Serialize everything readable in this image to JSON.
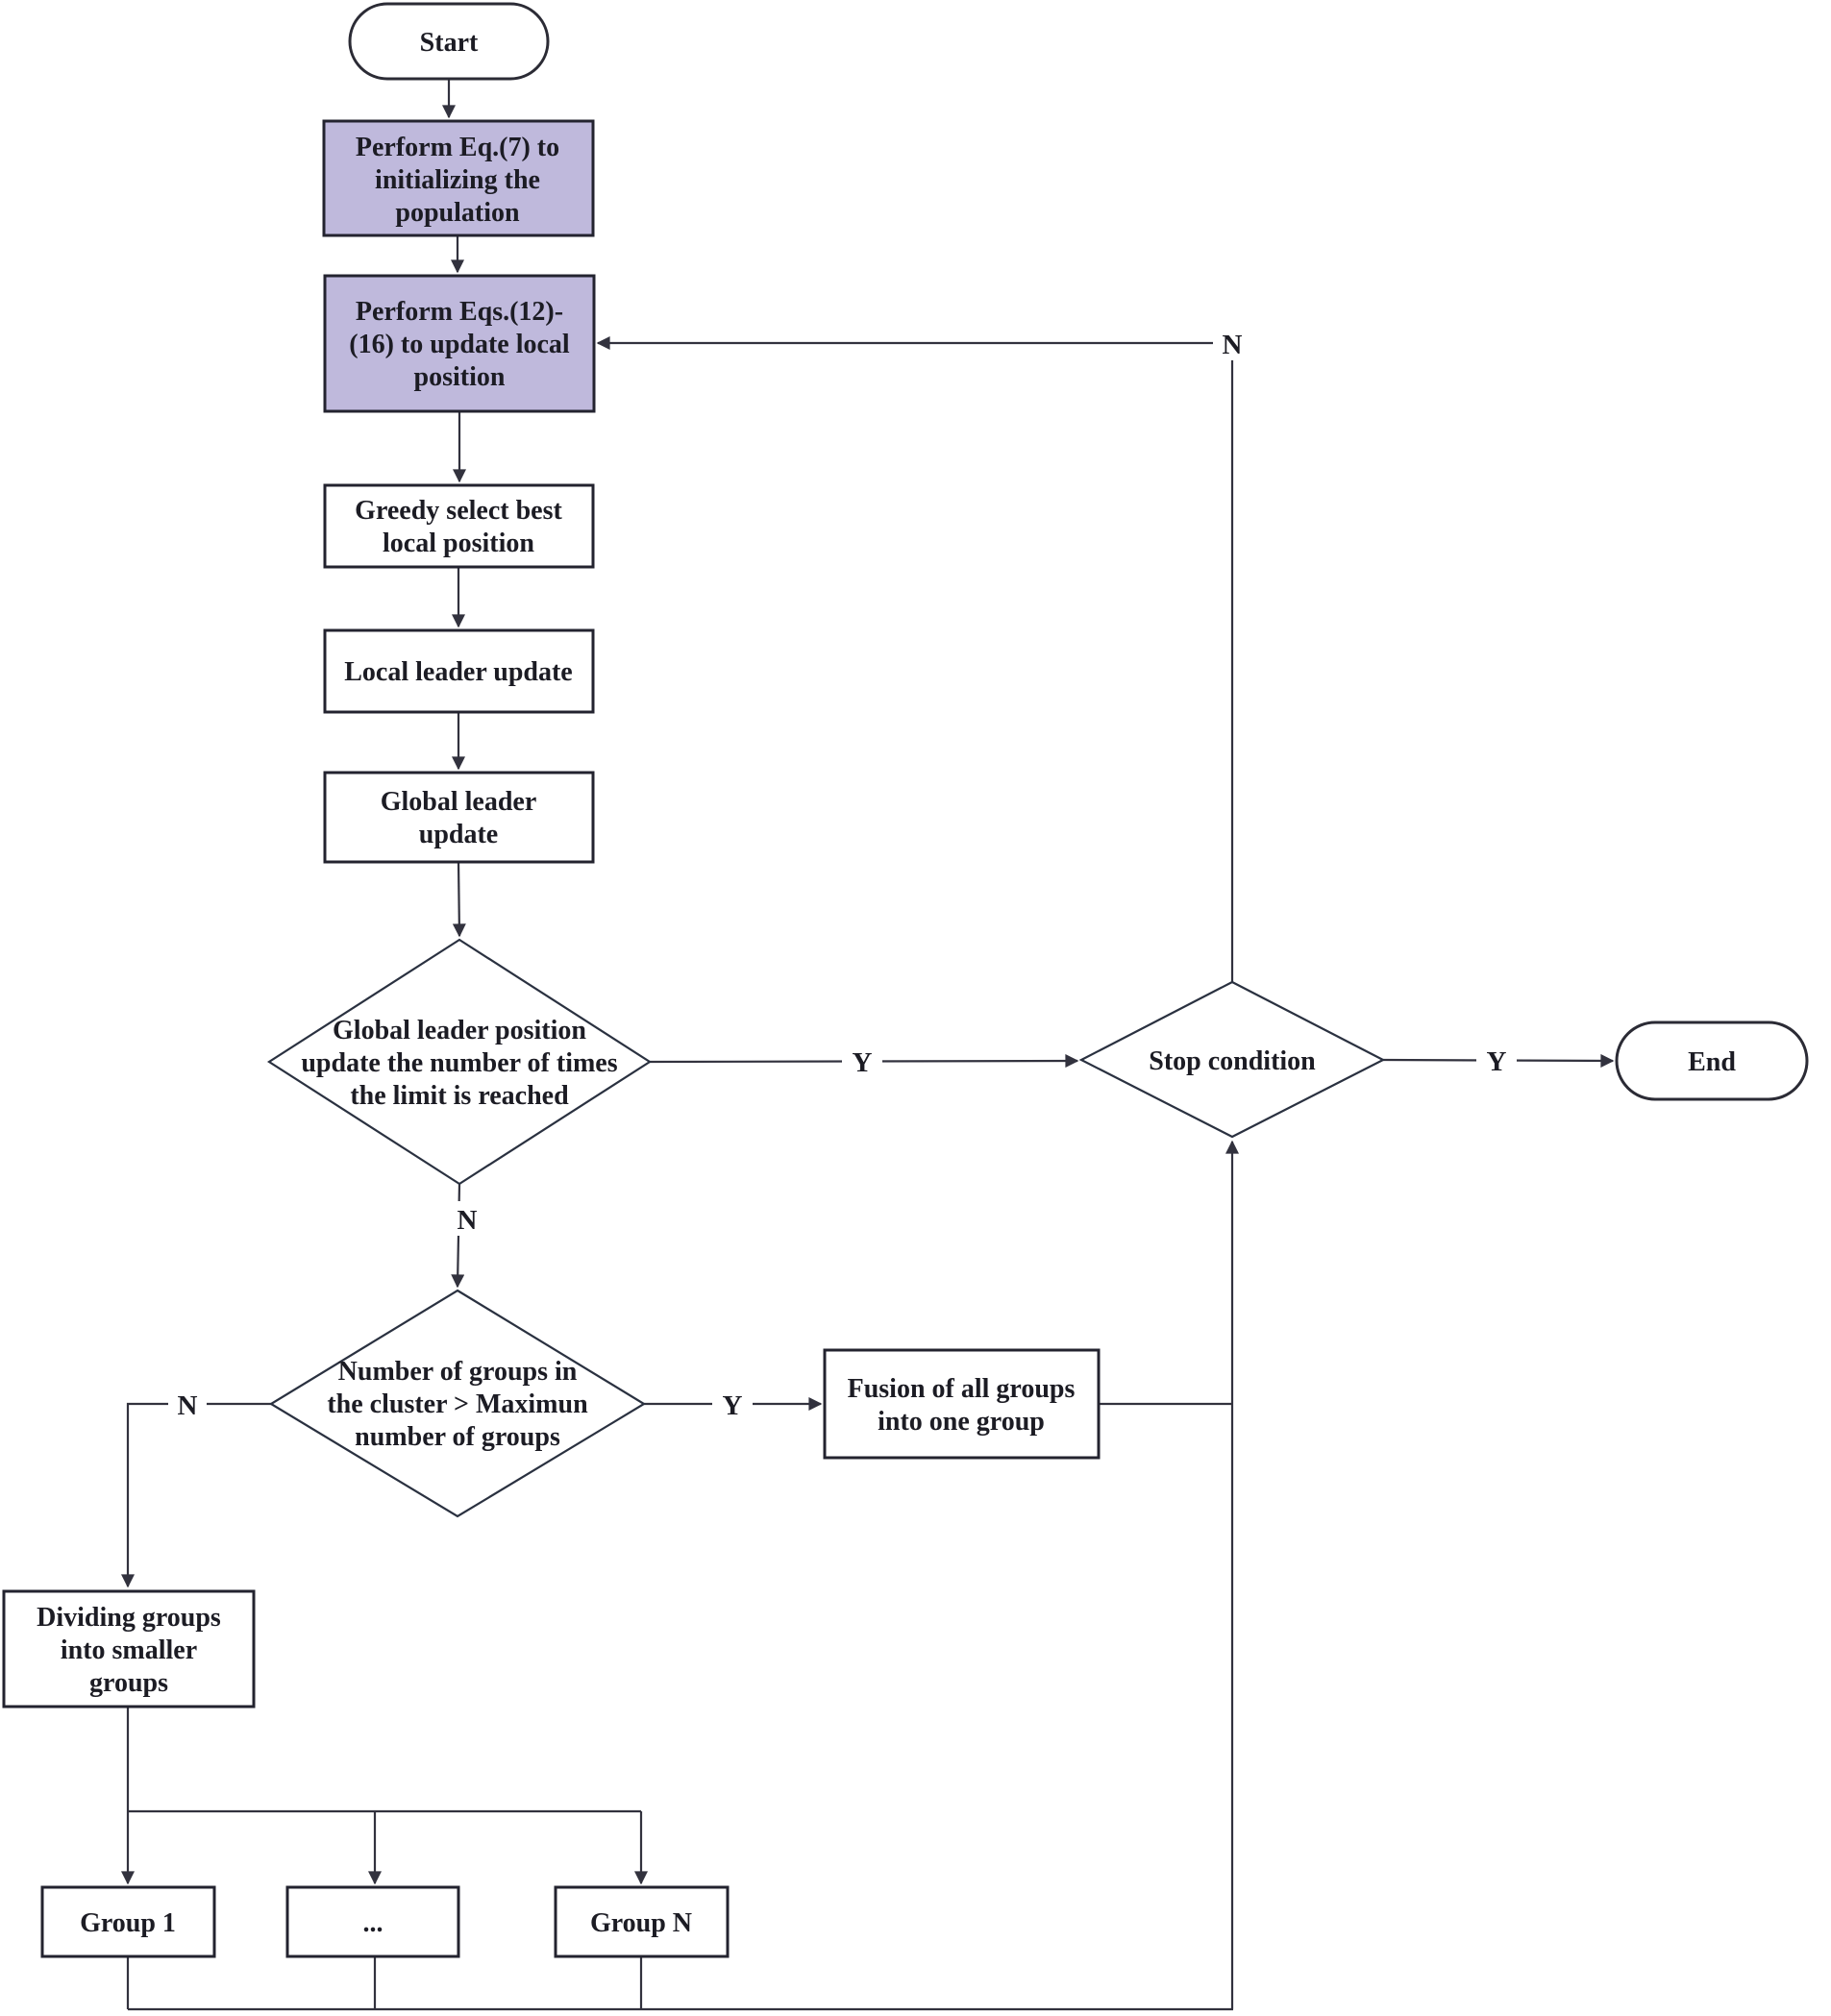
{
  "nodes": {
    "start": {
      "label": "Start"
    },
    "init": {
      "lines": [
        "Perform Eq.(7) to",
        "initializing the",
        "population"
      ]
    },
    "update_local": {
      "lines": [
        "Perform Eqs.(12)-",
        "(16) to update local",
        "position"
      ]
    },
    "greedy": {
      "lines": [
        "Greedy select best",
        "local position"
      ]
    },
    "local_leader": {
      "label": "Local leader update"
    },
    "global_leader": {
      "lines": [
        "Global leader",
        "update"
      ]
    },
    "limit_decision": {
      "lines": [
        "Global leader position",
        "update the number of times",
        "the limit is reached"
      ]
    },
    "stop_decision": {
      "label": "Stop condition"
    },
    "end": {
      "label": "End"
    },
    "group_count_decision": {
      "lines": [
        "Number of groups in",
        "the cluster > Maximun",
        "number of groups"
      ]
    },
    "fusion": {
      "lines": [
        "Fusion of all groups",
        "into one group"
      ]
    },
    "dividing": {
      "lines": [
        "Dividing groups",
        "into smaller",
        "groups"
      ]
    },
    "group1": {
      "label": "Group 1"
    },
    "group_dots": {
      "label": "..."
    },
    "groupN": {
      "label": "Group N"
    }
  },
  "edge_labels": {
    "limit_to_stop": "Y",
    "limit_to_groups": "N",
    "stop_to_end": "Y",
    "stop_feedback": "N",
    "groups_to_fusion": "Y",
    "groups_to_dividing": "N"
  },
  "colors": {
    "highlight_fill": "#bfb9dc",
    "node_fill": "#ffffff",
    "stroke": "#23232f",
    "line": "#32323e",
    "text": "#1c1c24"
  }
}
